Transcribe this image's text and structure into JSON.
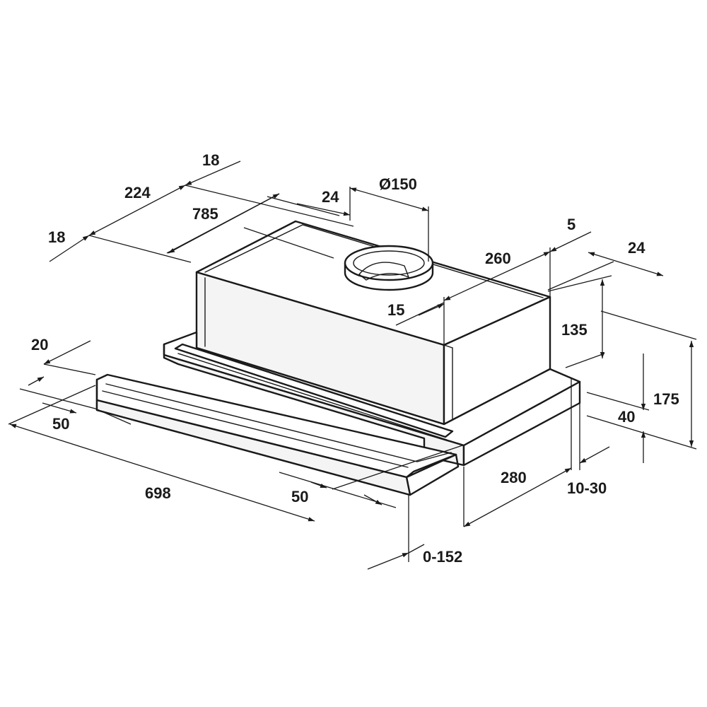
{
  "diagram": {
    "colors": {
      "line": "#1a1a1a",
      "background": "#ffffff"
    },
    "dimensions": {
      "d18_top": "18",
      "d224": "224",
      "d785": "785",
      "d24_top": "24",
      "d150": "Ø150",
      "d18_left": "18",
      "d5": "5",
      "d24_right": "24",
      "d260": "260",
      "d15": "15",
      "d135": "135",
      "d175": "175",
      "d40": "40",
      "d20": "20",
      "d50_left": "50",
      "d698": "698",
      "d50_bottom": "50",
      "d280": "280",
      "d10_30": "10-30",
      "d0_152": "0-152"
    }
  }
}
